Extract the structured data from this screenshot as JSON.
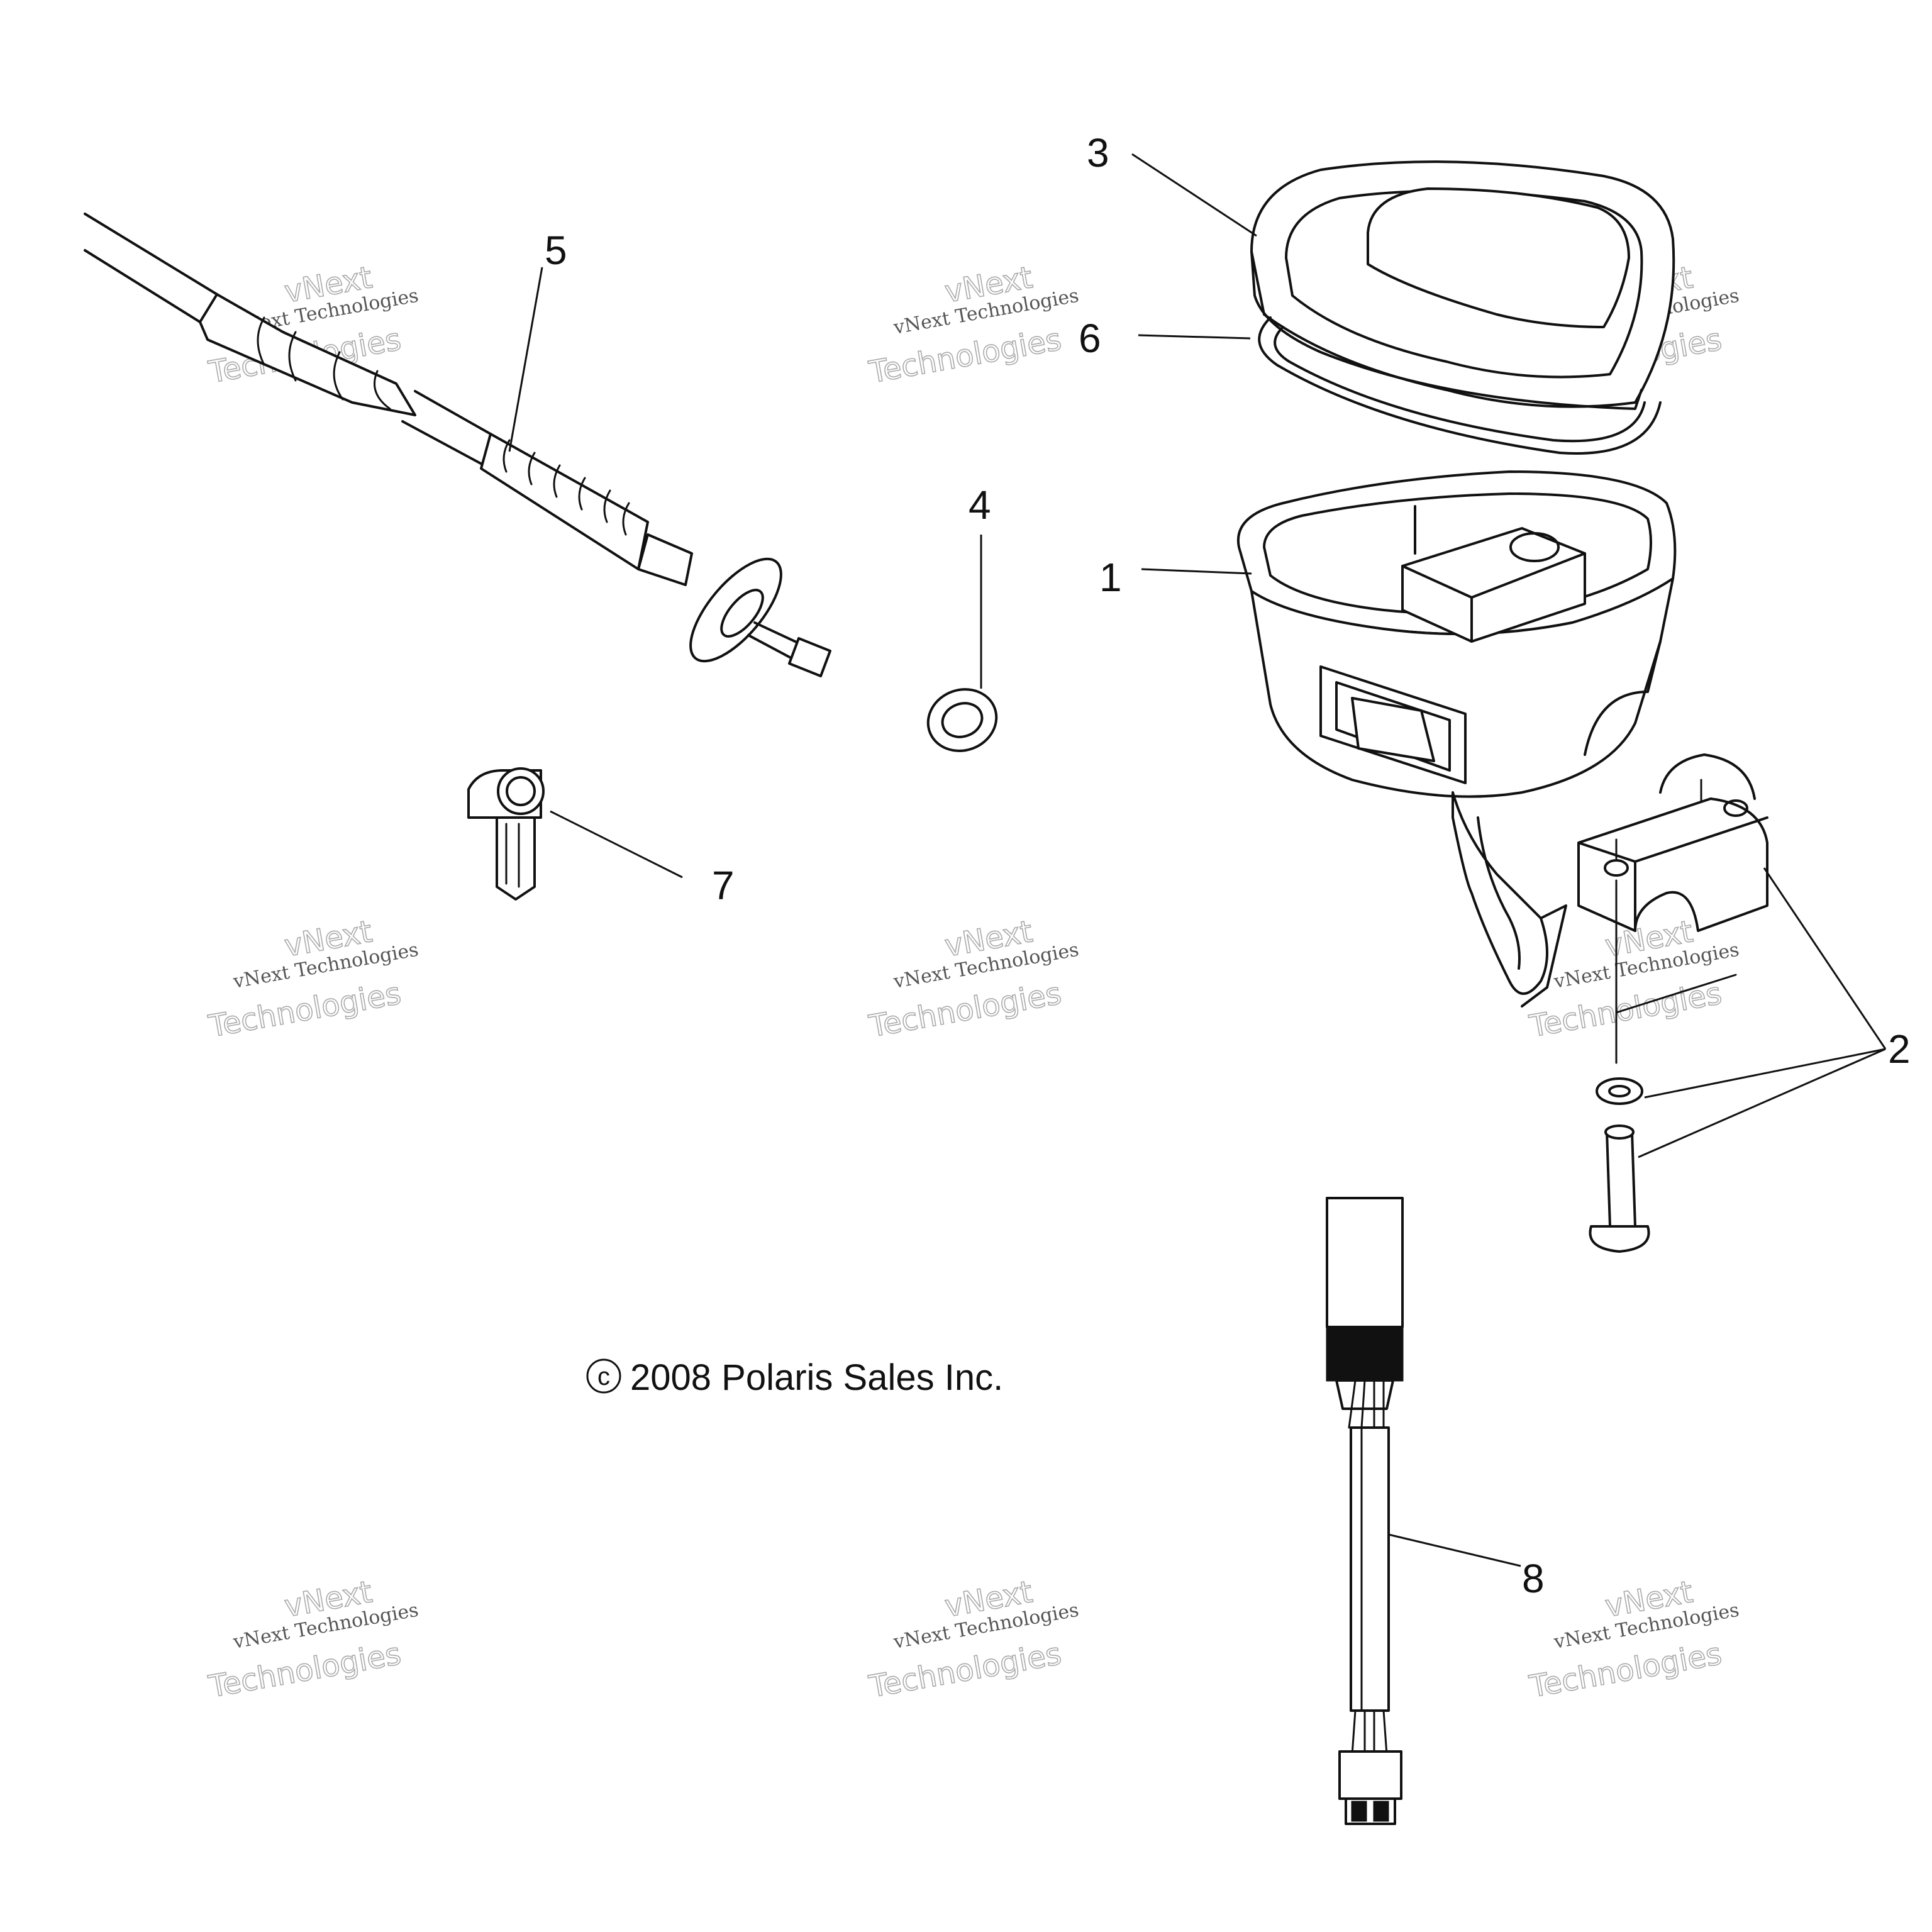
{
  "callouts": {
    "c1": "1",
    "c2": "2",
    "c3": "3",
    "c4": "4",
    "c5": "5",
    "c6": "6",
    "c7": "7",
    "c8": "8"
  },
  "copyright": {
    "symbol": "c",
    "text": "2008 Polaris Sales Inc."
  },
  "watermark": {
    "line1": "vNext",
    "line2": "vNext Technologies",
    "line3": "Technologies"
  }
}
